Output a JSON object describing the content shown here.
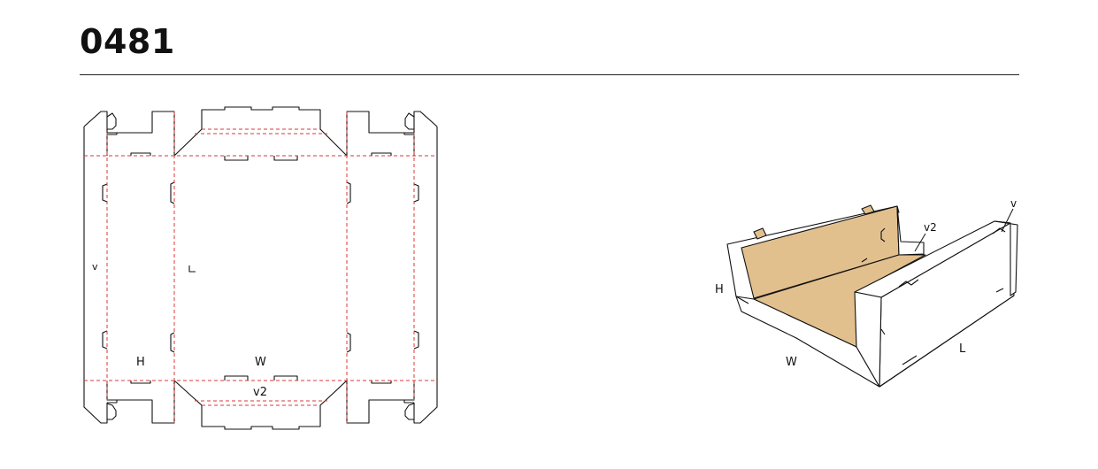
{
  "header": {
    "title": "0481"
  },
  "dieline": {
    "labels": {
      "v": "v",
      "l": "L",
      "h": "H",
      "w": "W",
      "v2": "v2"
    }
  },
  "box3d": {
    "labels": {
      "h": "H",
      "v2": "v2",
      "v": "v",
      "w": "W",
      "l": "L"
    },
    "colors": {
      "kraft": "#e2c08e",
      "kraft_dark": "#c9a06a",
      "line": "#111111",
      "white": "#ffffff"
    }
  },
  "colors": {
    "cut_line": "#111111",
    "fold_line": "#d9383a"
  }
}
